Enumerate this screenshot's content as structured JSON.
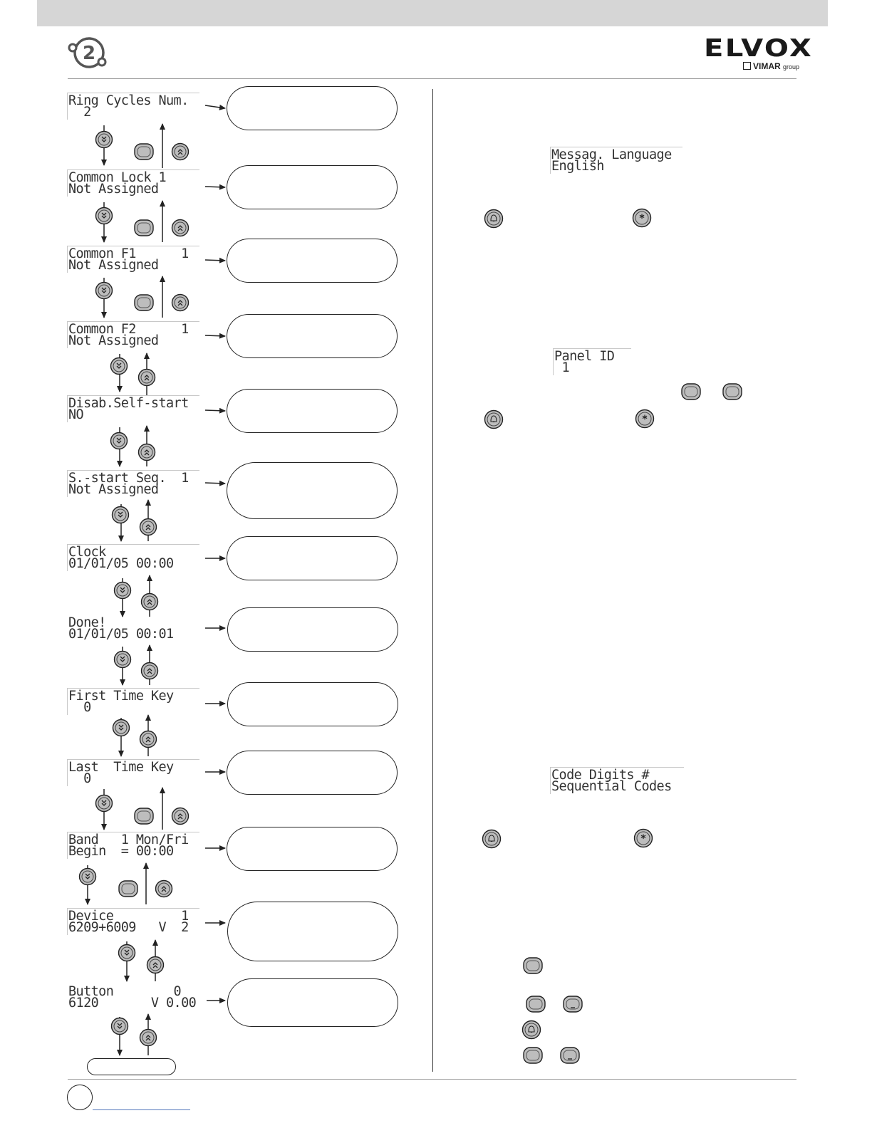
{
  "header": {
    "brand": "ELVOX",
    "sub_brand": "VIMAR",
    "sub_brand_group": "group"
  },
  "left_screens": [
    {
      "line1": "Ring Cycles Num.",
      "line2": "  2"
    },
    {
      "line1": "Common Lock 1",
      "line2": "Not Assigned"
    },
    {
      "line1": "Common F1      1",
      "line2": "Not Assigned"
    },
    {
      "line1": "Common F2      1",
      "line2": "Not Assigned"
    },
    {
      "line1": "Disab.Self-start",
      "line2": "NO"
    },
    {
      "line1": "S.-start Seq.  1",
      "line2": "Not Assigned"
    },
    {
      "line1": "Clock",
      "line2": "01/01/05 00:00"
    },
    {
      "line1": "Done!",
      "line2": "01/01/05 00:01"
    },
    {
      "line1": "First Time Key",
      "line2": "  0"
    },
    {
      "line1": "Last  Time Key",
      "line2": "  0"
    },
    {
      "line1": "Band   1 Mon/Fri",
      "line2": "Begin  = 00:00"
    },
    {
      "line1": "Device         1",
      "line2": "6209+6009   V  2"
    },
    {
      "line1": "Button        0",
      "line2": "6120       V 0.00"
    }
  ],
  "right_screens": [
    {
      "line1": "Messag. Language",
      "line2": "English"
    },
    {
      "line1": "Panel ID",
      "line2": " 1"
    },
    {
      "line1": "Code Digits #",
      "line2": "Sequential Codes"
    }
  ],
  "icons": {
    "down": "double-chevron-down-icon",
    "up": "double-chevron-up-icon",
    "bell": "bell-icon",
    "star": "asterisk-icon",
    "blank": "blank-key-icon",
    "minus": "minus-key-icon"
  }
}
